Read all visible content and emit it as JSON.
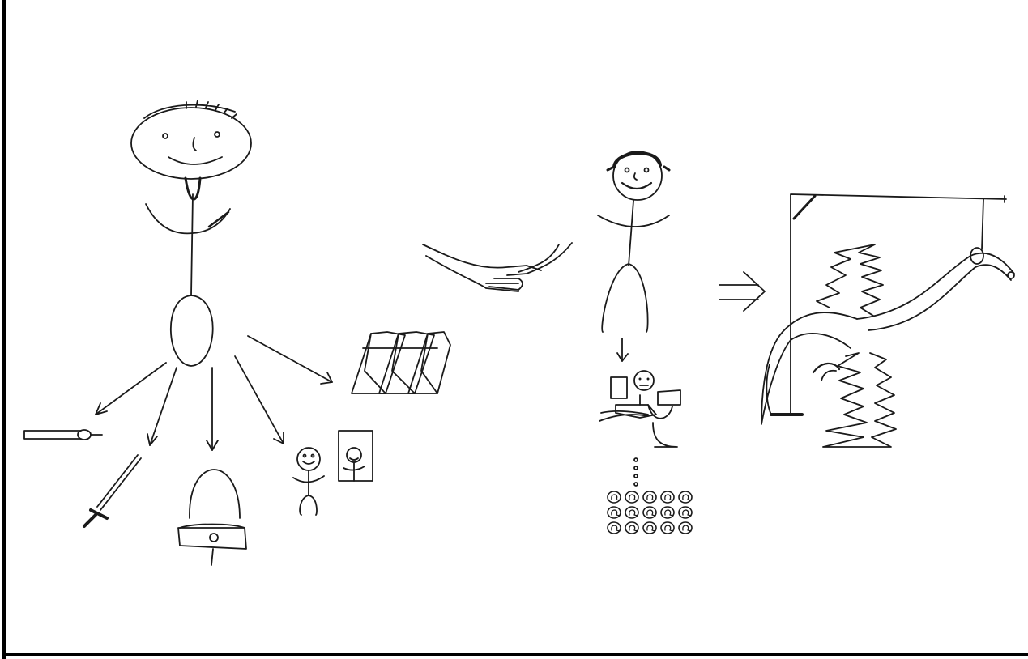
{
  "drawing": {
    "ink_color": "#1a1a1a",
    "paper_color": "#ffffff",
    "border_color": "#000000",
    "scenes": [
      {
        "name": "man-with-possessions",
        "items": [
          "sword",
          "crown",
          "stick-figure",
          "portrait",
          "gold-bars",
          "candle"
        ]
      },
      {
        "name": "handshake"
      },
      {
        "name": "man-with-toilet-and-snails"
      },
      {
        "name": "hanged-dinosaur-in-frame"
      }
    ],
    "glyphs": {
      "arrow_right": "⇒",
      "snail": "ⓐ"
    }
  }
}
